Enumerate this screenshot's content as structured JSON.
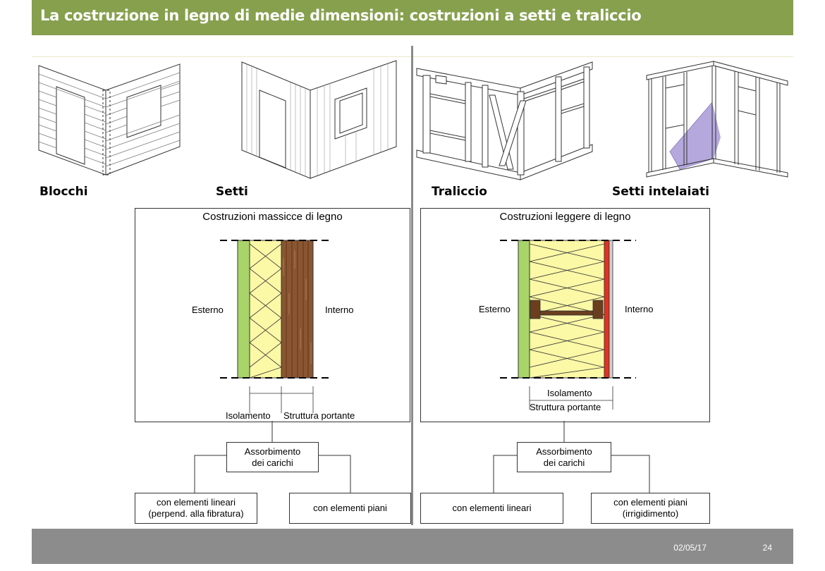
{
  "slide": {
    "title": "La costruzione in legno di medie dimensioni: costruzioni a setti e traliccio",
    "date": "02/05/17",
    "page_number": "24"
  },
  "photos": {
    "blocchi": "Blocchi",
    "setti": "Setti",
    "traliccio": "Traliccio",
    "setti_intelaiati": "Setti intelaiati"
  },
  "left_diagram": {
    "title": "Costruzioni massicce di legno",
    "outside_label": "Esterno",
    "inside_label": "Interno",
    "insulation_label": "Isolamento",
    "structure_label": "Struttura portante",
    "load_box": [
      "Assorbimento",
      "dei carichi"
    ],
    "option_linear": [
      "con elementi lineari",
      "(perpend. alla fibratura)"
    ],
    "option_planar": [
      "con elementi piani"
    ]
  },
  "right_diagram": {
    "title": "Costruzioni leggere di legno",
    "outside_label": "Esterno",
    "inside_label": "Interno",
    "insulation_label": "Isolamento",
    "structure_label": "Struttura portante",
    "load_box": [
      "Assorbimento",
      "dei carichi"
    ],
    "option_linear": [
      "con elementi lineari"
    ],
    "option_planar": [
      "con elementi piani",
      "(irrigidimento)"
    ]
  },
  "colors": {
    "title_bar": "#86a04e",
    "footer": "#8c8c8c",
    "facade_green": "#a9d46a",
    "insulation_yellow": "#fbf8a6",
    "massive_wood": "#8a5632",
    "membrane_red": "#e33121",
    "sheathing_purple": "#b4a8dc"
  }
}
